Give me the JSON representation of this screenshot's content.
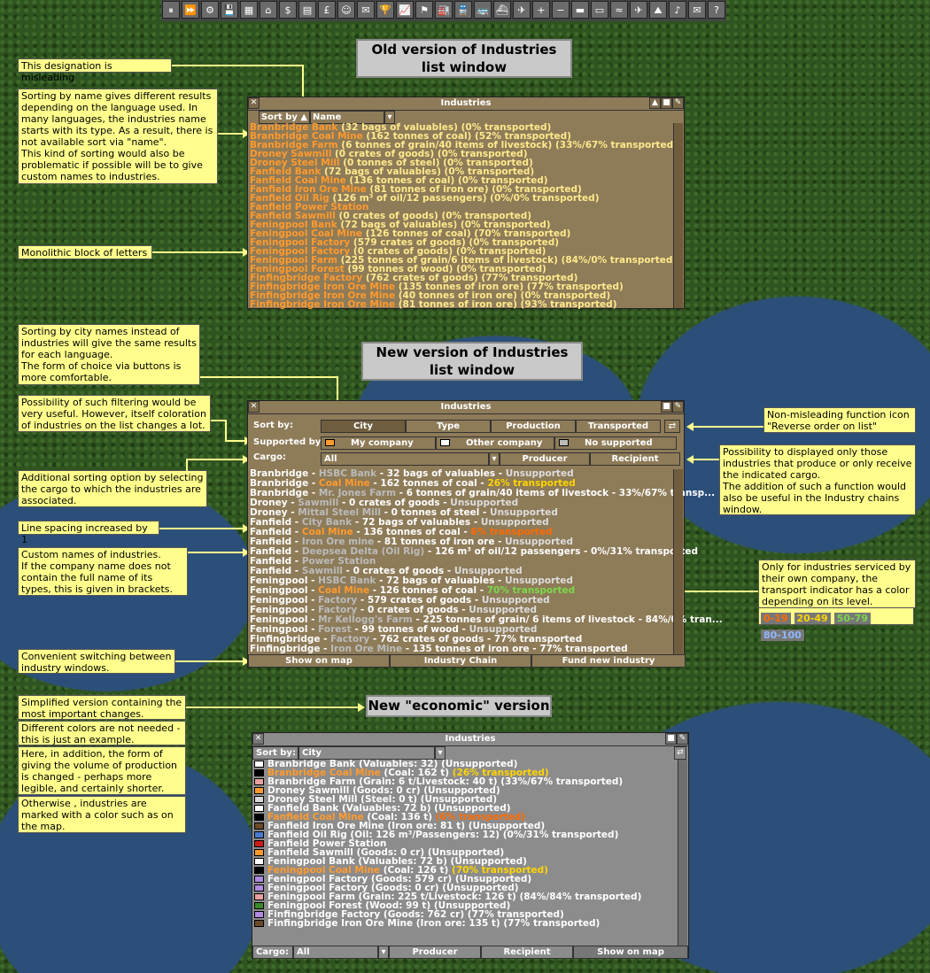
{
  "toolbar": {
    "icons": [
      "pause-icon",
      "fast-forward-icon",
      "settings-icon",
      "save-icon",
      "minimap-icon",
      "town-icon",
      "subsidy-icon",
      "stations-icon",
      "finances-icon",
      "company-icon",
      "story-icon",
      "goal-icon",
      "graphs-icon",
      "league-icon",
      "industry-icon",
      "train-icon",
      "road-vehicle-icon",
      "ship-icon",
      "aircraft-icon",
      "zoom-in-icon",
      "zoom-out-icon",
      "rail-build-icon",
      "road-build-icon",
      "water-build-icon",
      "air-build-icon",
      "landscape-icon",
      "sound-icon",
      "news-icon",
      "help-icon"
    ]
  },
  "titles": {
    "old": "Old version of Industries list window",
    "new": "New version of Industries list window",
    "econ": "New \"economic\" version"
  },
  "notes": {
    "n1": "This designation is misleading",
    "n2": "Sorting by name gives different results depending on the language used. In many languages, the industries name starts with its type. As a result, there is not available sort via \"name\".\nThis kind of sorting would also be problematic if possible will be to give custom names to industries.",
    "n3": "Monolithic block of letters",
    "n4": "Sorting by city names instead of industries will give the same results for each language.\nThe form of choice via buttons is more comfortable.",
    "n5": "Possibility of such filtering would be very useful. However, itself coloration of industries on the list changes a lot.",
    "n6": "Additional sorting option by selecting the cargo to which the industries are associated.",
    "n7": "Line spacing increased by 1",
    "n8": "Custom names of industries.\nIf the company name does not contain the full name of its types, this is given in brackets.",
    "n9": "Convenient switching between industry windows.",
    "n10": "Simplified version containing the most important changes.",
    "n11": "Different colors are not needed - this is just an example.",
    "n12": "Here, in addition, the form of giving the volume of production is changed - perhaps more legible, and certainly shorter.",
    "n13": "Otherwise , industries are marked with a color such as on the map.",
    "n14": "Non-misleading function icon \"Reverse order on list\"",
    "n15": "Possibility to displayed only those industries that produce or only receive the indicated cargo.\nThe addition of such a function would also be useful in the Industry chains window.",
    "n16": "Only for industries serviced by their own company, the transport indicator has a color depending on its level."
  },
  "legend": [
    "0-19",
    "20-49",
    "50-79",
    "80-100"
  ],
  "colors": {
    "l0": "#ff6a00",
    "l1": "#ffd400",
    "l2": "#7bd94a",
    "l3": "#8fb6ff"
  },
  "old_win": {
    "title": "Industries",
    "sort_by": "Sort by",
    "sort_arrow": "▲",
    "sort_value": "Name",
    "rows": [
      [
        "Branbridge Bank",
        "(32 bags of valuables) (0% transported)"
      ],
      [
        "Branbridge Coal Mine",
        "(162 tonnes of coal) (52% transported)"
      ],
      [
        "Branbridge Farm",
        "(6 tonnes of grain/40 items of livestock) (33%/67% transported)"
      ],
      [
        "Droney Sawmill",
        "(0 crates of goods) (0% transported)"
      ],
      [
        "Droney Steel Mill",
        "(0 tonnes of steel) (0% transported)"
      ],
      [
        "Fanfield Bank",
        "(72 bags of valuables) (0% transported)"
      ],
      [
        "Fanfield Coal Mine",
        "(136 tonnes of coal) (0% transported)"
      ],
      [
        "Fanfield Iron Ore Mine",
        "(81 tonnes of iron ore) (0% transported)"
      ],
      [
        "Fanfield Oil Rig",
        "(126 m³ of oil/12 passengers) (0%/0% transported)"
      ],
      [
        "Fanfield Power Station",
        ""
      ],
      [
        "Fanfield Sawmill",
        "(0 crates of goods) (0% transported)"
      ],
      [
        "Feningpool Bank",
        "(72 bags of valuables) (0% transported)"
      ],
      [
        "Feningpool Coal Mine",
        "(126 tonnes of coal) (70% transported)"
      ],
      [
        "Feningpool Factory",
        "(579 crates of goods) (0% transported)"
      ],
      [
        "Feningpool Factory",
        "(0 crates of goods) (0% transported)"
      ],
      [
        "Feningpool Farm",
        "(225 tonnes of grain/6 items of livestock) (84%/0% transported)"
      ],
      [
        "Feningpool Forest",
        "(99 tonnes of wood) (0% transported)"
      ],
      [
        "Finfingbridge Factory",
        "(762 crates of goods) (77% transported)"
      ],
      [
        "Finfingbridge Iron Ore Mine",
        "(135 tonnes of iron ore) (77% transported)"
      ],
      [
        "Finfingbridge Iron Ore Mine",
        "(40 tonnes of iron ore) (0% transported)"
      ],
      [
        "Finfingbridge Iron Ore Mine",
        "(81 tonnes of iron ore) (93% transported)"
      ]
    ]
  },
  "new_win": {
    "title": "Industries",
    "sort_label": "Sort by:",
    "sort_tabs": [
      "City",
      "Type",
      "Production",
      "Transported"
    ],
    "reverse_icon": "⇄",
    "supported_label": "Supported by:",
    "supported": [
      "My company",
      "Other company",
      "No supported"
    ],
    "supported_colors": [
      "#ff9a2e",
      "#ffffff",
      "#bbbbbb"
    ],
    "cargo_label": "Cargo:",
    "cargo_value": "All",
    "cargo_buttons": [
      "Producer",
      "Recipient"
    ],
    "bottom_buttons": [
      "Show on map",
      "Industry Chain",
      "Fund new industry"
    ],
    "rows": [
      [
        "Branbridge - ",
        "HSBC Bank",
        " - 32 bags of valuables - ",
        "Unsupported",
        ""
      ],
      [
        "Branbridge - ",
        "Coal Mine",
        " - 162 tonnes of coal - ",
        "26% transported",
        "l1"
      ],
      [
        "Branbridge - ",
        "Mr. Jones Farm",
        " - 6 tonnes of grain/40 items of livestock - 33%/67% transp...",
        "",
        ""
      ],
      [
        "Droney - ",
        "Sawmill",
        " - 0 crates of goods - ",
        "Unsupported",
        ""
      ],
      [
        "Droney - ",
        "Mittal Steel Mill",
        " - 0 tonnes of steel - ",
        "Unsupported",
        ""
      ],
      [
        "Fanfield - ",
        "City Bank",
        " - 72 bags of valuables - ",
        "Unsupported",
        ""
      ],
      [
        "Fanfield - ",
        "Coal Mine",
        " - 136 tonnes of coal - ",
        "6% transported",
        "l0"
      ],
      [
        "Fanfield - ",
        "Iron Ore mine",
        " - 81 tonnes of iron ore - ",
        "Unsupported",
        ""
      ],
      [
        "Fanfield - ",
        "Deepsea Delta (Oil Rig)",
        " - 126 m³ of oil/12 passengers - 0%/31% transported",
        "",
        ""
      ],
      [
        "Fanfield - ",
        "Power Station",
        "",
        "",
        ""
      ],
      [
        "Fanfield - ",
        "Sawmill",
        " - 0 crates of goods - ",
        "Unsupported",
        ""
      ],
      [
        "Feningpool - ",
        "HSBC Bank",
        " - 72 bags of valuables - ",
        "Unsupported",
        ""
      ],
      [
        "Feningpool - ",
        "Coal Mine",
        " - 126 tonnes of coal - ",
        "70% transported",
        "l2"
      ],
      [
        "Feningpool - ",
        "Factory",
        " - 579 crates of goods - ",
        "Unsupported",
        ""
      ],
      [
        "Feningpool - ",
        "Factory",
        " - 0 crates of goods - ",
        "Unsupported",
        ""
      ],
      [
        "Feningpool - ",
        "Mr Kellogg's Farm",
        " - 225 tonnes of grain/ 6 items of livestock - 84%/0% tran...",
        "",
        ""
      ],
      [
        "Feningpool - ",
        "Forest",
        " - 99 tonnes of wood - ",
        "Unsupported",
        ""
      ],
      [
        "Finfingbridge - ",
        "Factory",
        " - 762 crates of goods - 77% transported",
        "",
        ""
      ],
      [
        "Finfingbridge - ",
        "Iron Ore Mine",
        " - 135 tonnes of iron ore - 77% transported",
        "",
        ""
      ]
    ]
  },
  "econ_win": {
    "title": "Industries",
    "sort_label": "Sort by:",
    "sort_value": "City",
    "reverse_icon": "⇄",
    "cargo_label": "Cargo:",
    "cargo_value": "All",
    "bottom_buttons": [
      "Producer",
      "Recipient",
      "Show on map"
    ],
    "rows": [
      [
        "#ffffff",
        "Branbridge Bank",
        " (Valuables: 32) (Unsupported)",
        ""
      ],
      [
        "#000000",
        "Branbridge Coal Mine",
        " (Coal: 162 t) ",
        "(26% transported)"
      ],
      [
        "#e8a0a0",
        "Branbridge Farm",
        " (Grain: 6 t/Livestock: 40 t) (33%/67% transported)",
        ""
      ],
      [
        "#ff9a2e",
        "Droney Sawmill",
        " (Goods: 0 cr) (Unsupported)",
        ""
      ],
      [
        "#d8d8d8",
        "Droney Steel Mill",
        " (Steel: 0 t) (Unsupported)",
        ""
      ],
      [
        "#ffffff",
        "Fanfield Bank",
        " (Valuables: 72 b) (Unsupported)",
        ""
      ],
      [
        "#000000",
        "Fanfield Coal Mine",
        " (Coal: 136 t) ",
        "(6% transported)"
      ],
      [
        "#6b4a2a",
        "Fanfield Iron Ore Mine",
        " (Iron ore: 81 t) (Unsupported)",
        ""
      ],
      [
        "#4a7ad0",
        "Fanfield Oil Rig",
        " (Oil: 126 m³/Passengers: 12) (0%/31% transported)",
        ""
      ],
      [
        "#cc1a1a",
        "Fanfield Power Station",
        "",
        ""
      ],
      [
        "#ff9a2e",
        "Fanfield Sawmill",
        " (Goods: 0 cr) (Unsupported)",
        ""
      ],
      [
        "#ffffff",
        "Feningpool Bank",
        " (Valuables: 72 b) (Unsupported)",
        ""
      ],
      [
        "#000000",
        "Feningpool Coal Mine",
        " (Coal: 126 t) ",
        "(70% transported)"
      ],
      [
        "#b08ae0",
        "Feningpool Factory",
        " (Goods: 579 cr) (Unsupported)",
        ""
      ],
      [
        "#b08ae0",
        "Feningpool Factory",
        " (Goods: 0 cr) (Unsupported)",
        ""
      ],
      [
        "#e8a0a0",
        "Feningpool Farm",
        " (Grain: 225 t/Livestock: 126 t) (84%/84% transported)",
        ""
      ],
      [
        "#3a8a2a",
        "Feningpool Forest",
        " (Wood: 99 t) (Unsupported)",
        ""
      ],
      [
        "#b08ae0",
        "Finfingbridge Factory",
        " (Goods: 762 cr) (77% transported)",
        ""
      ],
      [
        "#6b4a2a",
        "Finfingbridge Iron Ore Mine",
        " (Iron ore: 135 t) (77% transported)",
        ""
      ]
    ]
  }
}
